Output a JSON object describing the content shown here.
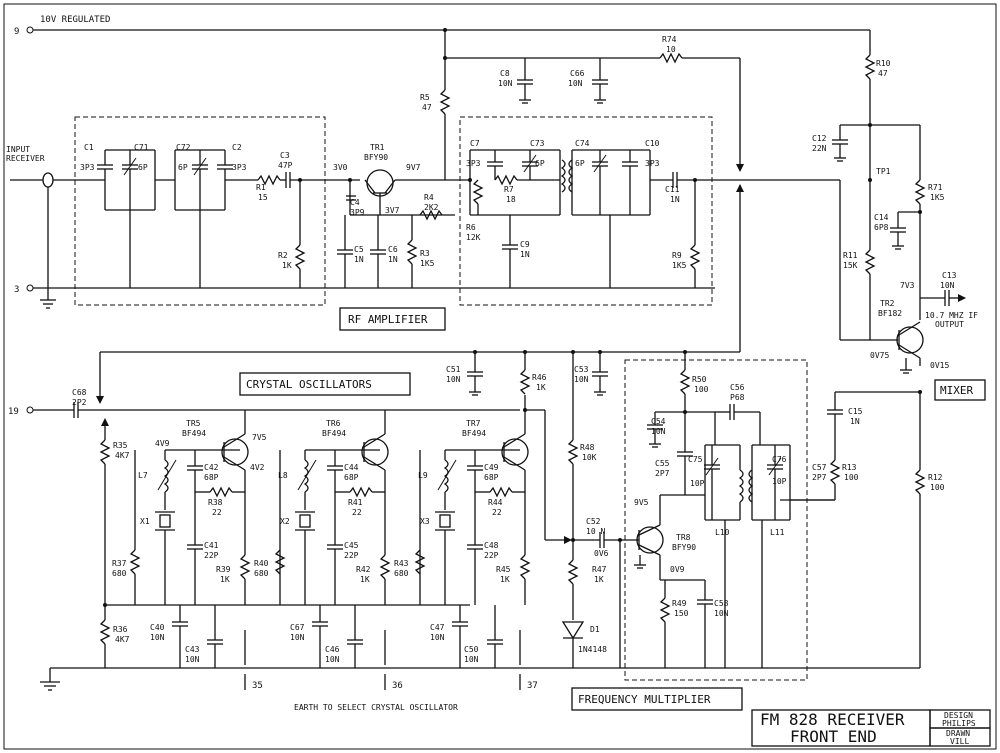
{
  "rails": {
    "supply_label": "10V REGULATED",
    "supply_pin": "9",
    "ground_pin": "3",
    "in_pin": "19"
  },
  "input": {
    "line1": "INPUT",
    "line2": "RECEIVER"
  },
  "sections": {
    "rf": "RF AMPLIFIER",
    "xtal": "CRYSTAL OSCILLATORS",
    "mult": "FREQUENCY MULTIPLIER",
    "mixer": "MIXER"
  },
  "output": {
    "line1": "10.7 MHZ IF",
    "line2": "OUTPUT"
  },
  "title_block": {
    "line1": "FM 828 RECEIVER",
    "line2": "FRONT END",
    "design_label": "DESIGN",
    "design_value": "PHILIPS",
    "drawn_label": "DRAWN",
    "drawn_value": "VILL"
  },
  "note": "EARTH TO SELECT CRYSTAL OSCILLATOR",
  "select_pins": [
    "35",
    "36",
    "37"
  ],
  "components": {
    "C1": [
      "C1",
      "3P3"
    ],
    "C71": [
      "C71",
      "6P"
    ],
    "C72": [
      "C72",
      "6P"
    ],
    "C2": [
      "C2",
      "3P3"
    ],
    "C3": [
      "C3",
      "47P"
    ],
    "R1": [
      "R1",
      "15"
    ],
    "R2": [
      "R2",
      "1K"
    ],
    "TR1": [
      "TR1",
      "BFY90"
    ],
    "C4": [
      "C4",
      "3P9"
    ],
    "C5": [
      "C5",
      "1N"
    ],
    "C6": [
      "C6",
      "1N"
    ],
    "R3": [
      "R3",
      "1K5"
    ],
    "R4": [
      "R4",
      "2K2"
    ],
    "R5": [
      "R5",
      "47"
    ],
    "C8": [
      "C8",
      "10N"
    ],
    "C66": [
      "C66",
      "10N"
    ],
    "R74": [
      "R74",
      "10"
    ],
    "C7": [
      "C7",
      "3P3"
    ],
    "C73": [
      "C73",
      "6P"
    ],
    "R7": [
      "R7",
      "18"
    ],
    "R6": [
      "R6",
      "12K"
    ],
    "C9": [
      "C9",
      "1N"
    ],
    "C74": [
      "C74",
      "6P"
    ],
    "C10": [
      "C10",
      "3P3"
    ],
    "C11": [
      "C11",
      "1N"
    ],
    "R9": [
      "R9",
      "1K5"
    ],
    "R10": [
      "R10",
      "47"
    ],
    "C12": [
      "C12",
      "22N"
    ],
    "R71": [
      "R71",
      "1K5"
    ],
    "C14": [
      "C14",
      "6P8"
    ],
    "R11": [
      "R11",
      "15K"
    ],
    "TR2": [
      "TR2",
      "BF182"
    ],
    "C13": [
      "C13",
      "10N"
    ],
    "C68": [
      "C68",
      "2P2"
    ],
    "R35": [
      "R35",
      "4K7"
    ],
    "R37": [
      "R37",
      "680"
    ],
    "R36": [
      "R36",
      "4K7"
    ],
    "L7": [
      "L7",
      ""
    ],
    "X1": [
      "X1",
      ""
    ],
    "TR5": [
      "TR5",
      "BF494"
    ],
    "C42": [
      "C42",
      "68P"
    ],
    "R38": [
      "R38",
      "22"
    ],
    "C41": [
      "C41",
      "22P"
    ],
    "R39": [
      "R39",
      "1K"
    ],
    "C40": [
      "C40",
      "10N"
    ],
    "C43": [
      "C43",
      "10N"
    ],
    "L8": [
      "L8",
      ""
    ],
    "X2": [
      "X2",
      ""
    ],
    "TR6": [
      "TR6",
      "BF494"
    ],
    "R40": [
      "R40",
      "680"
    ],
    "C44": [
      "C44",
      "68P"
    ],
    "R41": [
      "R41",
      "22"
    ],
    "C45": [
      "C45",
      "22P"
    ],
    "R42": [
      "R42",
      "1K"
    ],
    "C67": [
      "C67",
      "10N"
    ],
    "C46": [
      "C46",
      "10N"
    ],
    "L9": [
      "L9",
      ""
    ],
    "X3": [
      "X3",
      ""
    ],
    "TR7": [
      "TR7",
      "BF494"
    ],
    "R43": [
      "R43",
      "680"
    ],
    "C49": [
      "C49",
      "68P"
    ],
    "R44": [
      "R44",
      "22"
    ],
    "C48": [
      "C48",
      "22P"
    ],
    "R45": [
      "R45",
      "1K"
    ],
    "C47": [
      "C47",
      "10N"
    ],
    "C50": [
      "C50",
      "10N"
    ],
    "C51": [
      "C51",
      "10N"
    ],
    "R46": [
      "R46",
      "1K"
    ],
    "C53": [
      "C53",
      "10N"
    ],
    "R48": [
      "R48",
      "10K"
    ],
    "C52": [
      "C52",
      "10 N"
    ],
    "R47": [
      "R47",
      "1K"
    ],
    "D1": [
      "D1",
      "1N4148"
    ],
    "R50": [
      "R50",
      "100"
    ],
    "C56": [
      "C56",
      "P68"
    ],
    "C54": [
      "C54",
      "10N"
    ],
    "C55": [
      "C55",
      "2P7"
    ],
    "C75": [
      "C75",
      "10P"
    ],
    "C76": [
      "C76",
      "10P"
    ],
    "C57": [
      "C57",
      "2P7"
    ],
    "TR8": [
      "TR8",
      "BFY90"
    ],
    "L10": [
      "L10",
      ""
    ],
    "L11": [
      "L11",
      ""
    ],
    "R49": [
      "R49",
      "150"
    ],
    "C58": [
      "C58",
      "10N"
    ],
    "C15": [
      "C15",
      "1N"
    ],
    "R13": [
      "R13",
      "100"
    ],
    "R12": [
      "R12",
      "100"
    ]
  },
  "voltages": {
    "v1": "3V0",
    "v2": "9V7",
    "v3": "3V7",
    "v4": "4V9",
    "v5": "7V5",
    "v6": "4V2",
    "v7": "7V3",
    "v8": "0V75",
    "v9": "0V15",
    "v10": "9V5",
    "v11": "0V6",
    "v12": "0V9"
  },
  "test_point": "TP1"
}
